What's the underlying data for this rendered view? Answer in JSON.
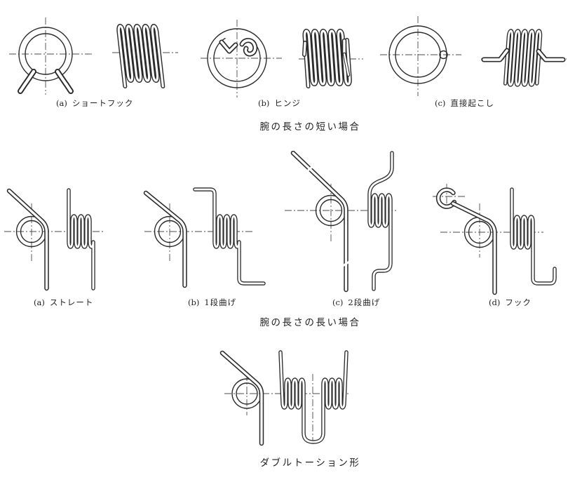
{
  "document": {
    "background": "#ffffff",
    "line_color": "#2b2b2b"
  },
  "sections": [
    {
      "caption": "腕の長さの短い場合",
      "items": [
        {
          "tag": "(a)",
          "label": "ショートフック"
        },
        {
          "tag": "(b)",
          "label": "ヒンジ"
        },
        {
          "tag": "(c)",
          "label": "直接起こし"
        }
      ]
    },
    {
      "caption": "腕の長さの長い場合",
      "items": [
        {
          "tag": "(a)",
          "label": "ストレート"
        },
        {
          "tag": "(b)",
          "label": "1段曲げ"
        },
        {
          "tag": "(c)",
          "label": "2段曲げ"
        },
        {
          "tag": "(d)",
          "label": "フック"
        }
      ]
    },
    {
      "caption": "ダブルトーション形",
      "items": []
    }
  ]
}
